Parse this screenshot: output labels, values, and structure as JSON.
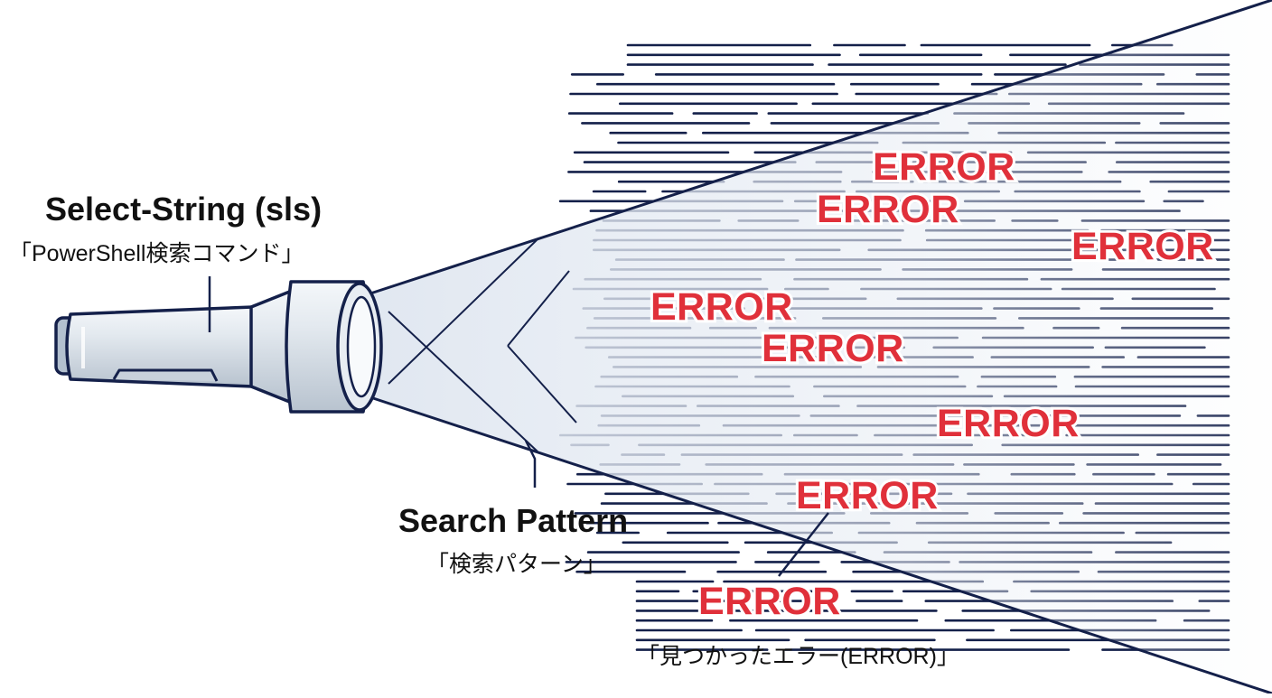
{
  "labels": {
    "command_title": "Select-String (sls)",
    "command_subtitle": "「PowerShell検索コマンド」",
    "pattern_title": "Search  Pattern",
    "pattern_subtitle": "「検索パターン」",
    "found_label": "「見つかったエラー(ERROR)」"
  },
  "matches": [
    "ERROR",
    "ERROR",
    "ERROR",
    "ERROR",
    "ERROR",
    "ERROR",
    "ERROR",
    "ERROR"
  ],
  "colors": {
    "ink": "#14204a",
    "error": "#e0303a",
    "beam": "#dfe6f0",
    "flashlight_body": "#d6dde6"
  },
  "icons": [
    "flashlight-icon",
    "light-beam",
    "text-lines"
  ]
}
